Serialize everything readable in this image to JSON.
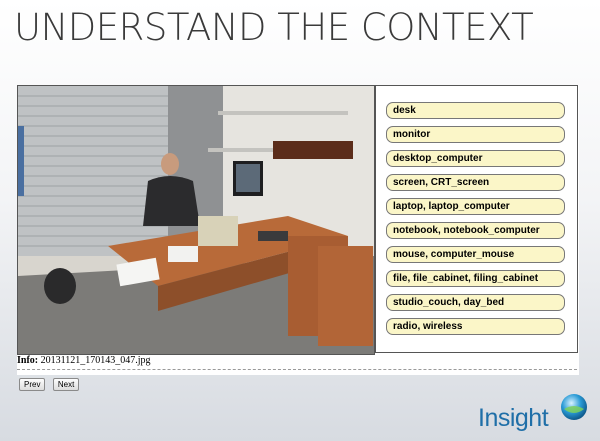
{
  "slide": {
    "title": "UNDERSTAND THE CONTEXT"
  },
  "photo": {
    "alt_semantic": "office-photo"
  },
  "labels": [
    "desk",
    "monitor",
    "desktop_computer",
    "screen, CRT_screen",
    "laptop, laptop_computer",
    "notebook, notebook_computer",
    "mouse, computer_mouse",
    "file, file_cabinet, filing_cabinet",
    "studio_couch, day_bed",
    "radio, wireless"
  ],
  "info": {
    "label": "Info:",
    "filename": "20131121_170143_047.jpg"
  },
  "nav": {
    "prev_label": "Prev",
    "next_label": "Next"
  },
  "logo": {
    "text": "Insight"
  },
  "colors": {
    "label_fill": "#fbf6c8",
    "title": "#3a3a3a",
    "logo_blue": "#1f6fa8"
  }
}
